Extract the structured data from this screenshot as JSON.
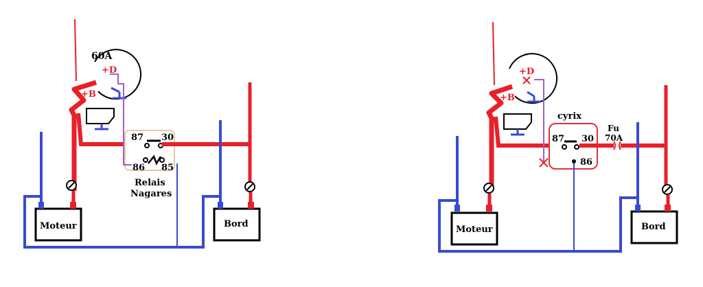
{
  "colors": {
    "red": "#e8202a",
    "blue": "#3a4bd0",
    "purple": "#a05fc0",
    "black": "#000000",
    "relay_box_border": "#e6c9a8",
    "cyrix_box_border": "#d9343d"
  },
  "left": {
    "alternator_label": "60A",
    "alt_d_label": "+D",
    "alt_b_label": "+B",
    "relay": {
      "pin_87": "87",
      "pin_30": "30",
      "pin_86": "86",
      "pin_85": "85",
      "name_line1": "Relais",
      "name_line2": "Nagares"
    },
    "battery_engine": "Moteur",
    "battery_onboard": "Bord"
  },
  "right": {
    "alt_d_label": "+D",
    "alt_b_label": "+B",
    "cyrix": {
      "name": "cyrix",
      "pin_87": "87",
      "pin_30": "30",
      "pin_86": "86"
    },
    "fuse_label_line1": "Fu",
    "fuse_label_line2": "70A",
    "battery_engine": "Moteur",
    "battery_onboard": "Bord"
  }
}
